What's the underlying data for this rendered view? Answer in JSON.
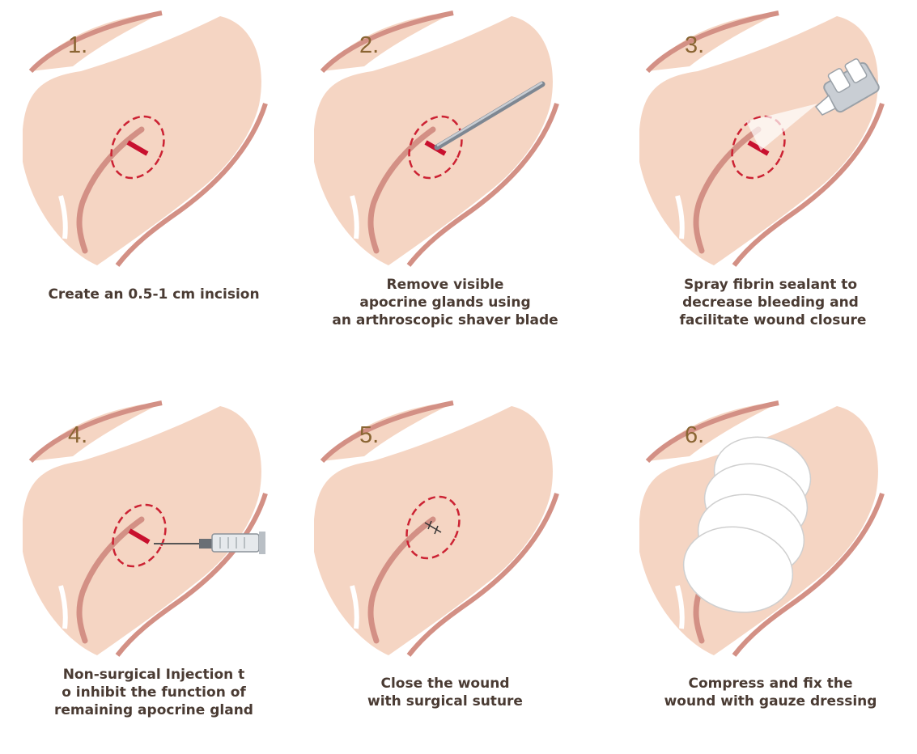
{
  "steps": [
    {
      "number": "1.",
      "caption": [
        "Create an 0.5-1 cm incision"
      ]
    },
    {
      "number": "2.",
      "caption": [
        "Remove visible",
        "apocrine glands using",
        "an arthroscopic shaver blade"
      ]
    },
    {
      "number": "3.",
      "caption": [
        "Spray fibrin sealant to",
        "decrease bleeding and",
        " facilitate wound closure"
      ]
    },
    {
      "number": "4.",
      "caption": [
        "Non-surgical Injection t",
        "o inhibit the function of",
        "remaining apocrine gland"
      ]
    },
    {
      "number": "5.",
      "caption": [
        "Close the wound",
        "with surgical suture"
      ]
    },
    {
      "number": "6.",
      "caption": [
        "Compress and fix the",
        "wound with gauze dressing"
      ]
    }
  ],
  "colors": {
    "skin": "#f5d5c3",
    "skin_edge": "#d39085",
    "incision": "#c8102e",
    "dash": "#cc2233",
    "text": "#4a3b33",
    "number": "#8a6533"
  }
}
